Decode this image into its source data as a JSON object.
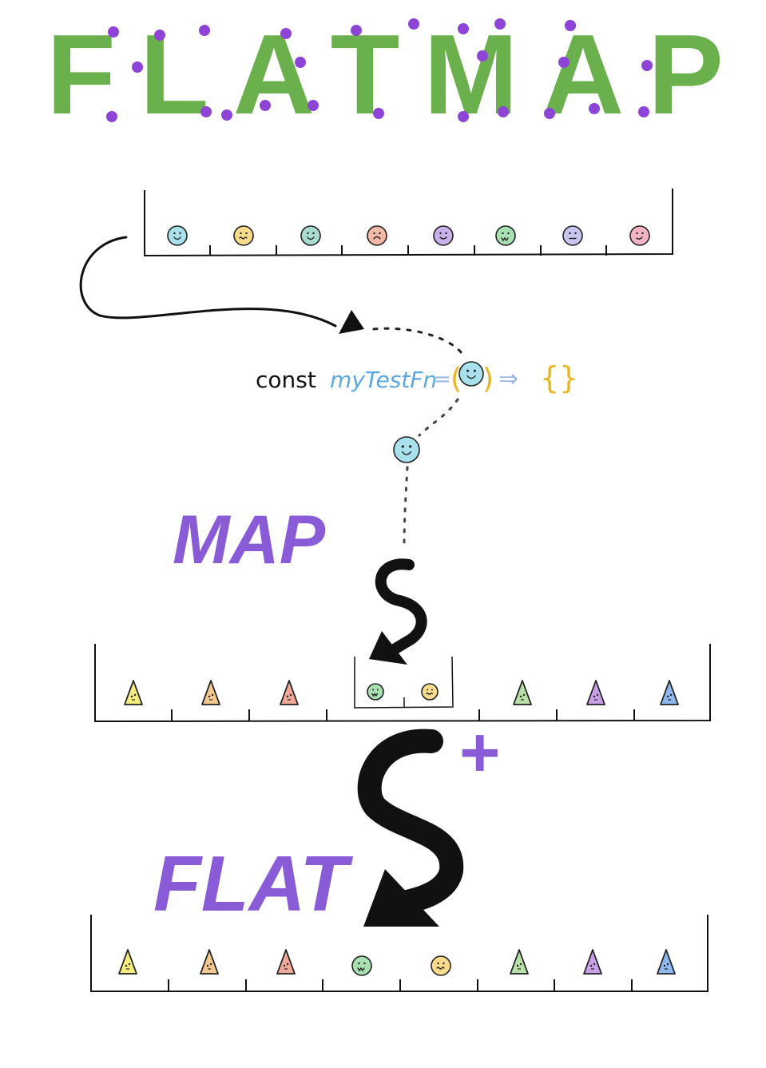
{
  "title": "FLATMAP",
  "labels": {
    "map": "MAP",
    "flat": "FLAT",
    "plus": "+"
  },
  "code": {
    "keyword": "const",
    "fn_name": "myTestFn",
    "equals": "=",
    "arrow": "⇒",
    "body": "{}"
  },
  "colors": {
    "title_green": "#6ab04c",
    "title_dots": "#8e44d6",
    "label_purple": "#8a5bd6",
    "fn_blue": "#5aa8e0",
    "paren_yellow": "#e8b820",
    "arrow_blue": "#9ab8e8",
    "ink": "#111111"
  },
  "source_array": {
    "items": [
      {
        "shape": "circle-face",
        "color": "#a8e0ec",
        "face": "smile"
      },
      {
        "shape": "circle-face",
        "color": "#f6dc8c",
        "face": "wavy"
      },
      {
        "shape": "circle-face",
        "color": "#a8dcd0",
        "face": "smile"
      },
      {
        "shape": "circle-face",
        "color": "#f2b8a8",
        "face": "frown"
      },
      {
        "shape": "circle-face",
        "color": "#c8b0e8",
        "face": "tongue"
      },
      {
        "shape": "circle-face",
        "color": "#a8e0b4",
        "face": "zigzag"
      },
      {
        "shape": "circle-face",
        "color": "#c8c4f0",
        "face": "flat"
      },
      {
        "shape": "circle-face",
        "color": "#f4b4c4",
        "face": "smirk"
      }
    ]
  },
  "mapped_array": {
    "items": [
      {
        "shape": "triangle",
        "color": "#f4ec7c"
      },
      {
        "shape": "triangle",
        "color": "#f4c890"
      },
      {
        "shape": "triangle",
        "color": "#f0a898"
      },
      {
        "shape": "nested",
        "items": [
          {
            "shape": "circle-face",
            "color": "#a8e0b4",
            "face": "zigzag"
          },
          {
            "shape": "circle-face",
            "color": "#f6dc8c",
            "face": "wavy"
          }
        ]
      },
      {
        "shape": "triangle",
        "color": "#b8e0a8"
      },
      {
        "shape": "triangle",
        "color": "#c8a0e8"
      },
      {
        "shape": "triangle",
        "color": "#90b8f0"
      }
    ]
  },
  "flat_array": {
    "items": [
      {
        "shape": "triangle",
        "color": "#f4ec7c"
      },
      {
        "shape": "triangle",
        "color": "#f4c890"
      },
      {
        "shape": "triangle",
        "color": "#f0a898"
      },
      {
        "shape": "circle-face",
        "color": "#a8e0b4",
        "face": "zigzag"
      },
      {
        "shape": "circle-face",
        "color": "#f6dc8c",
        "face": "wavy"
      },
      {
        "shape": "triangle",
        "color": "#b8e0a8"
      },
      {
        "shape": "triangle",
        "color": "#c8a0e8"
      },
      {
        "shape": "triangle",
        "color": "#90b8f0"
      }
    ]
  }
}
